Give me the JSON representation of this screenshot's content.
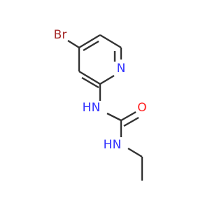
{
  "molecule": {
    "atoms": [
      {
        "id": "br",
        "label": "Br",
        "color": "#a52a2a"
      },
      {
        "id": "n_py",
        "label": "N",
        "color": "#3333ff"
      },
      {
        "id": "nh1",
        "label": "N",
        "label2": "H",
        "color": "#3333ff"
      },
      {
        "id": "o",
        "label": "O",
        "color": "#ff2020"
      },
      {
        "id": "nh2",
        "label": "N",
        "label2": "H",
        "color": "#3333ff"
      }
    ],
    "bond_color": "#333333"
  }
}
